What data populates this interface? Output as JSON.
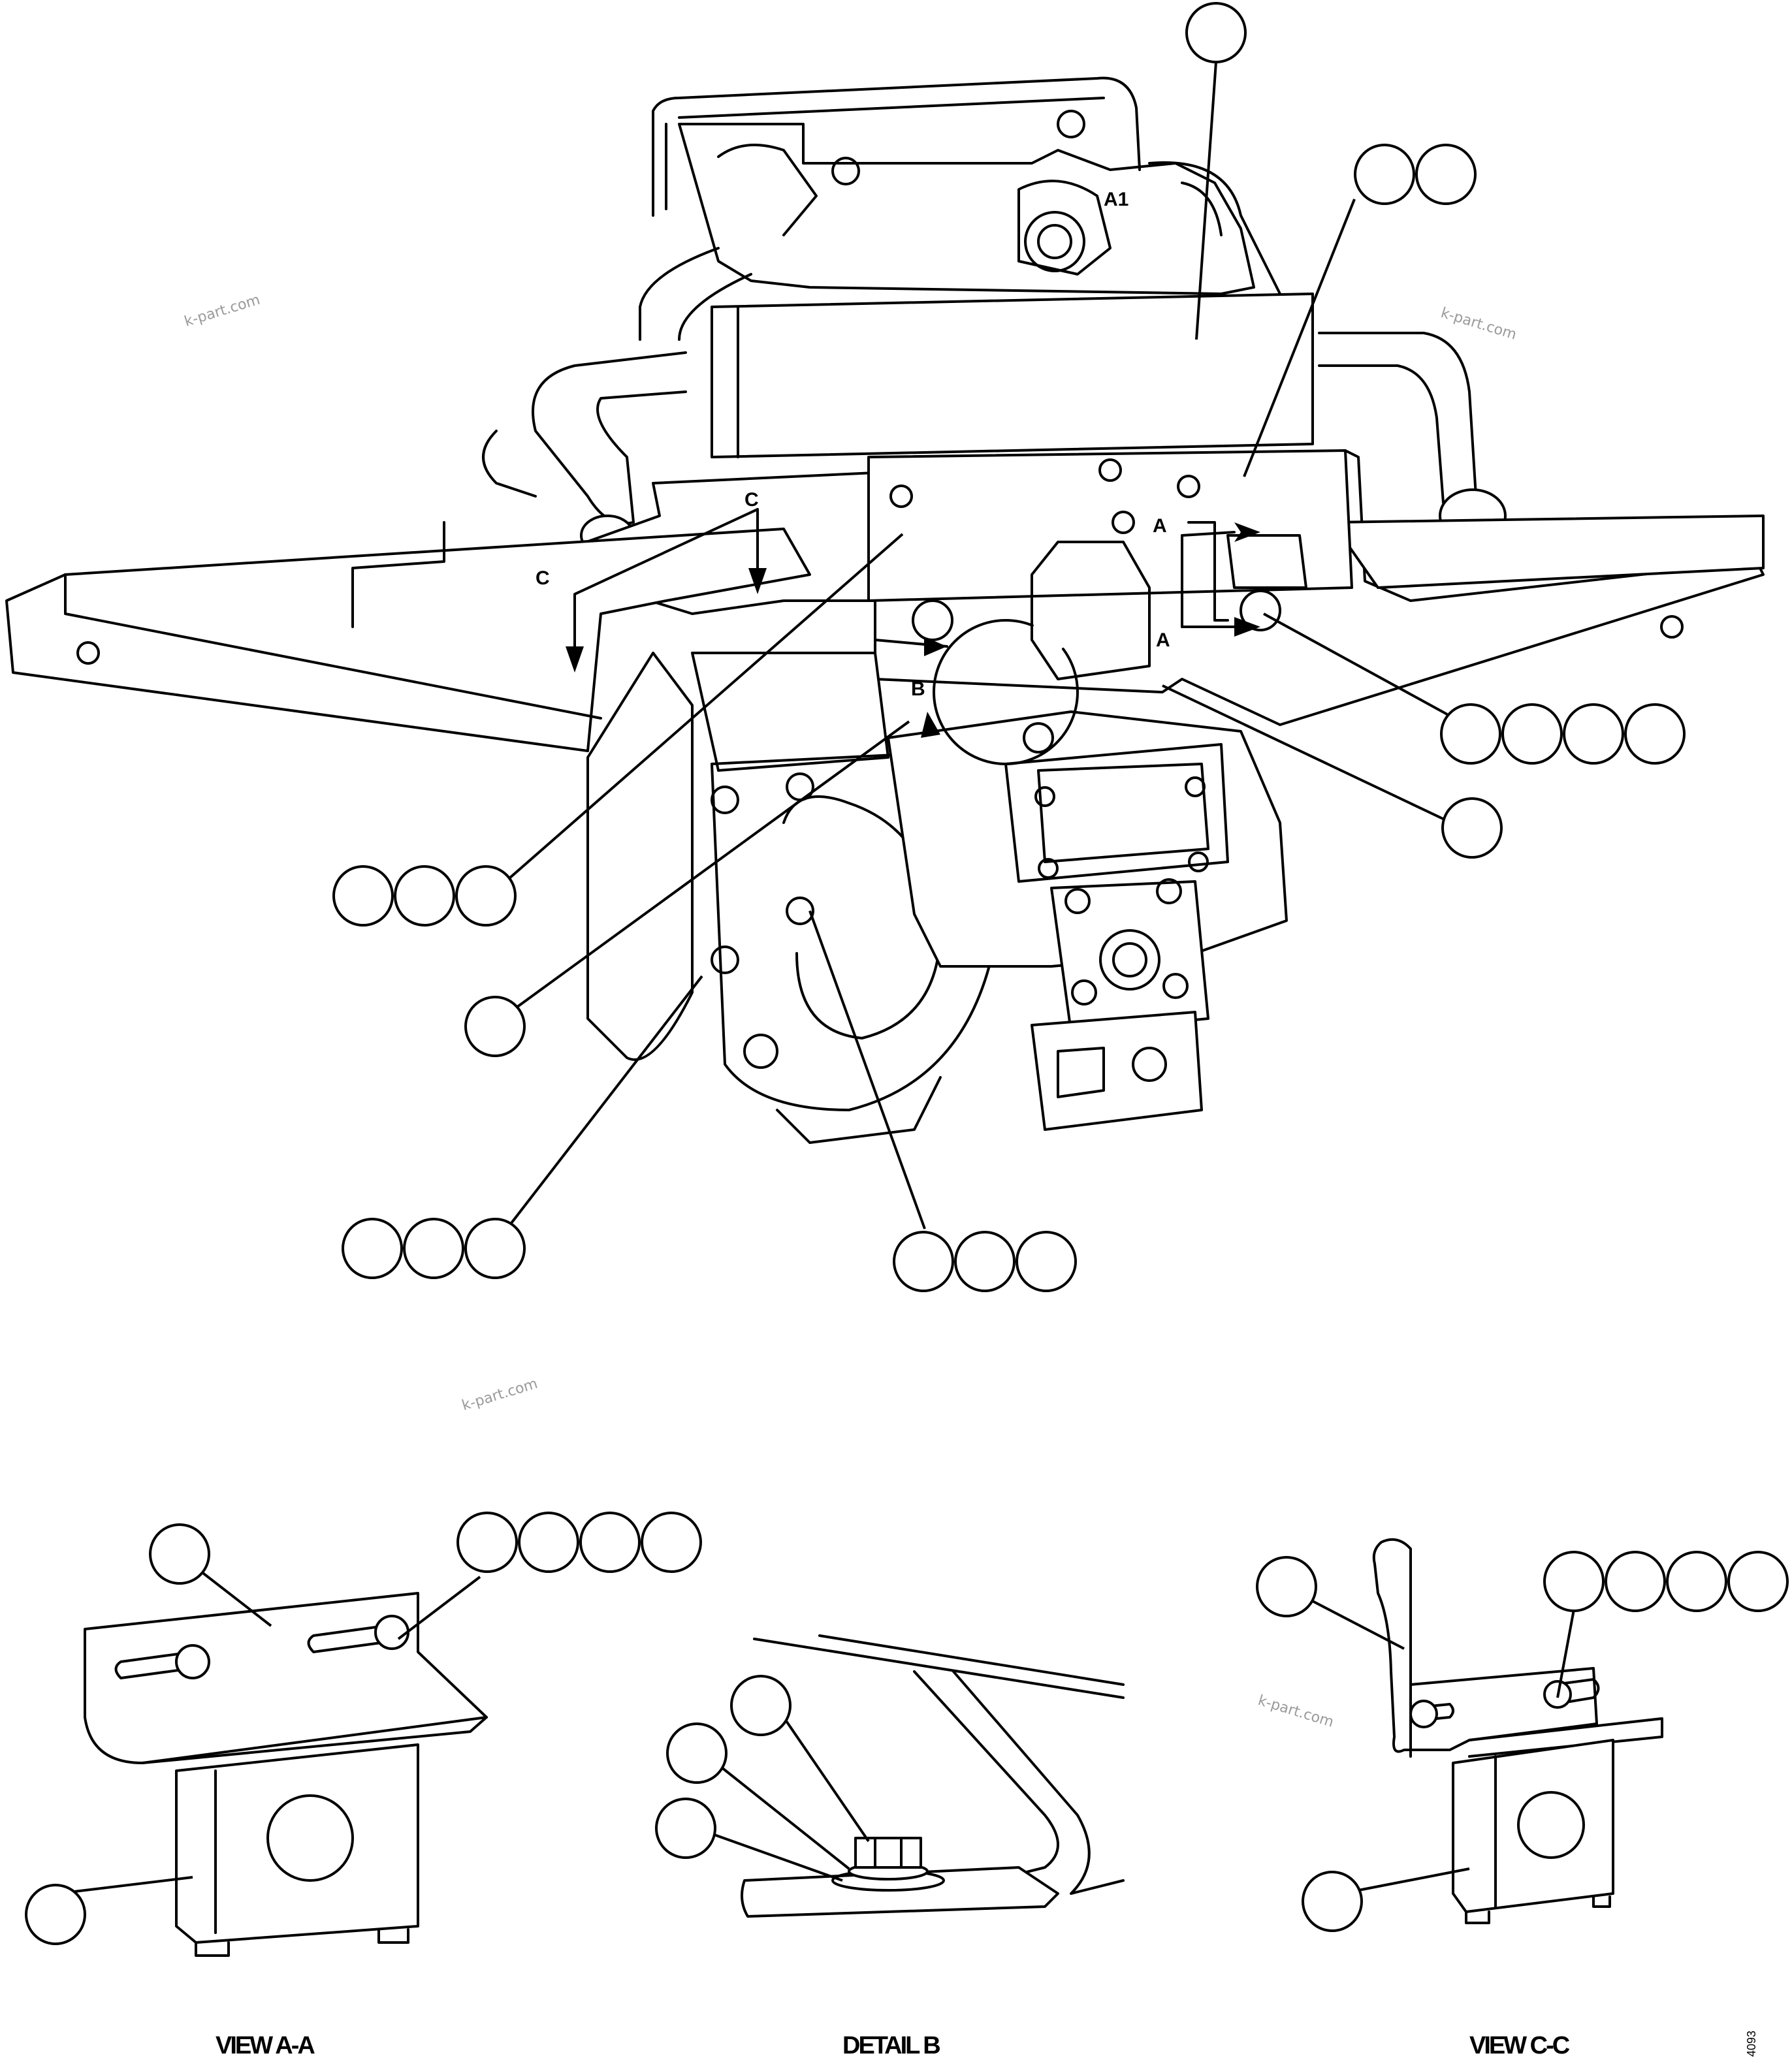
{
  "view_labels": {
    "section_a": "A",
    "section_a_2": "A",
    "section_c": "C",
    "section_c_2": "C",
    "detail_b": "B",
    "port_a1": "A1"
  },
  "captions": {
    "view_a_a": "VIEW A-A",
    "detail_b": "DETAIL B",
    "view_c_c": "VIEW C-C",
    "figure_number": "4093"
  },
  "watermark": {
    "text_1": "k-part.com",
    "text_2": "k-part.com",
    "text_3": "k-part.com",
    "text_4": "k-part.com"
  }
}
